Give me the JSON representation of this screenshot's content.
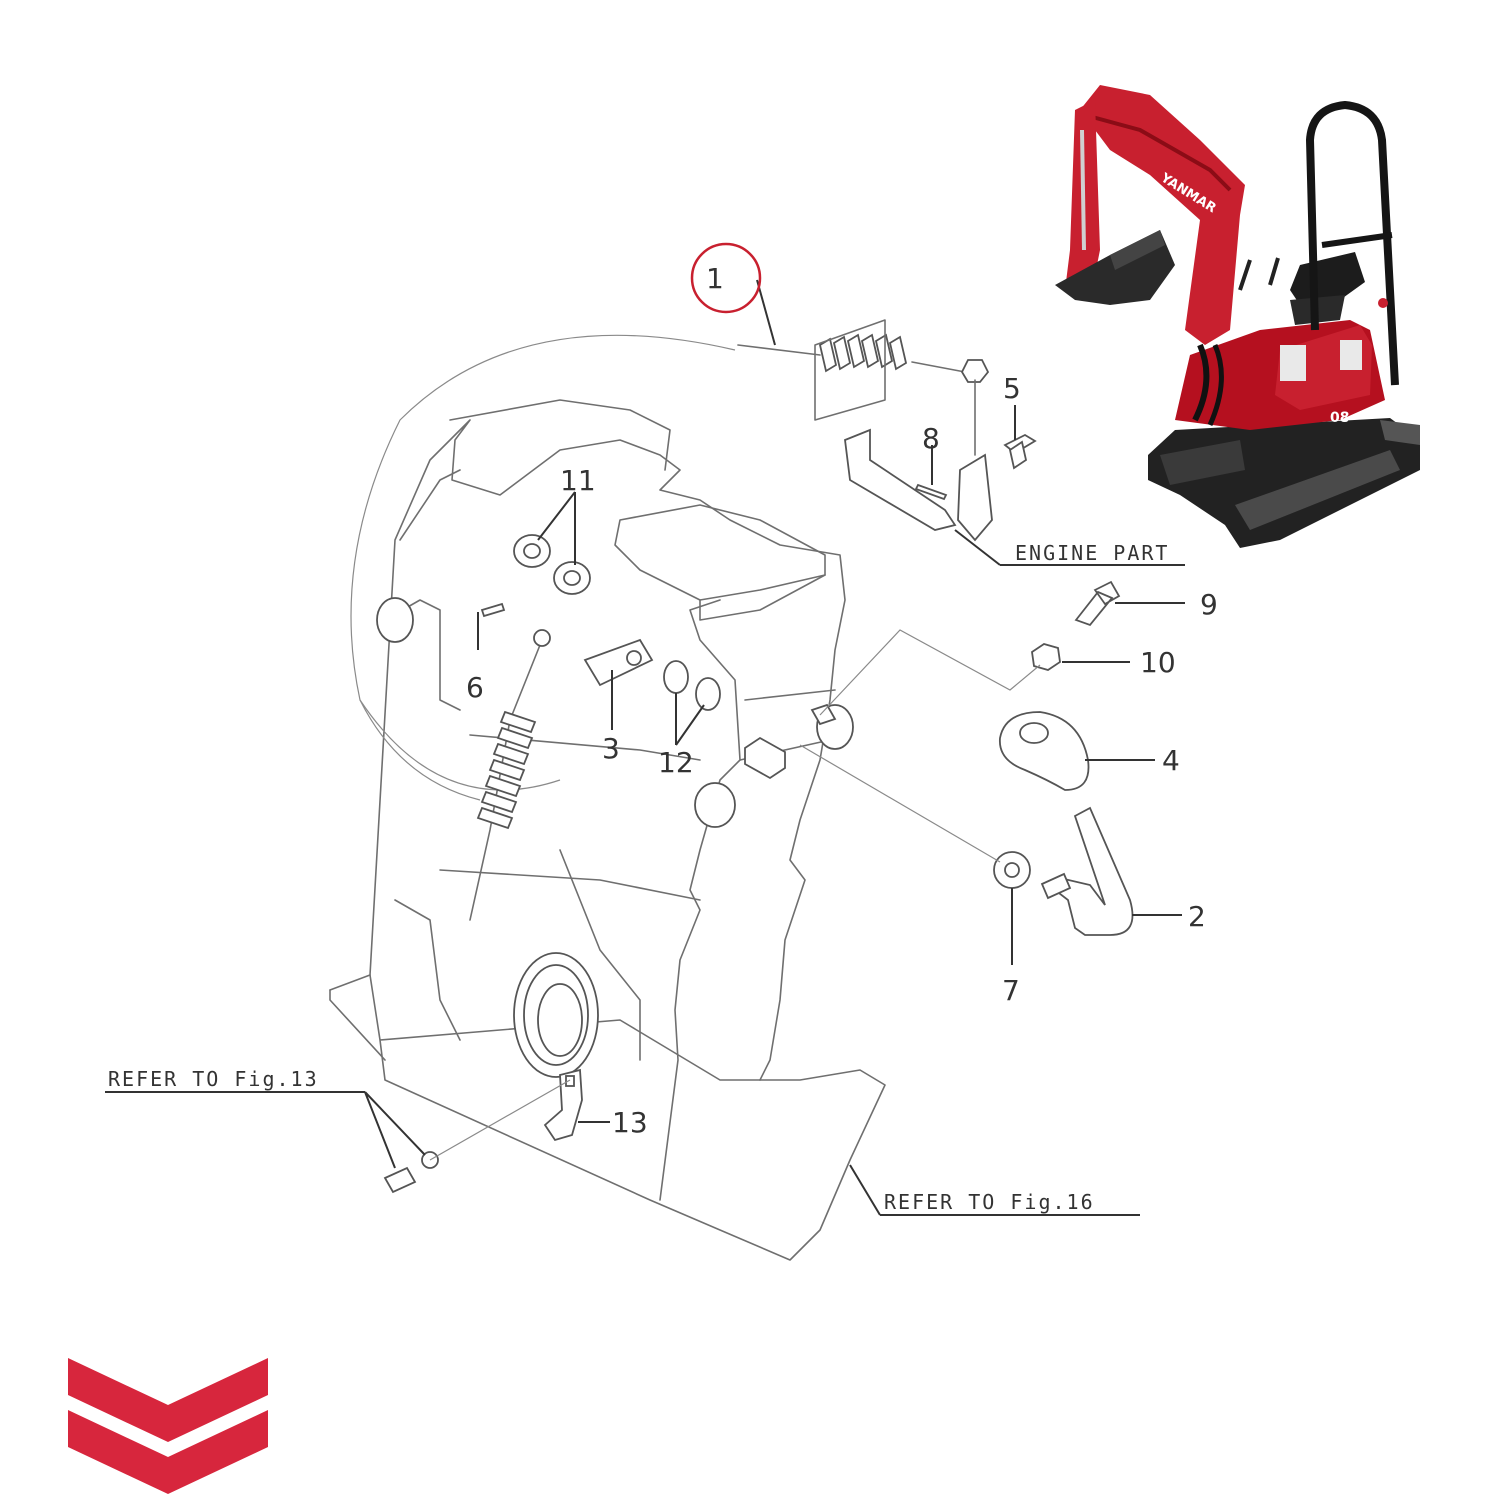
{
  "callouts": {
    "c1": "1",
    "c2": "2",
    "c3": "3",
    "c4": "4",
    "c5": "5",
    "c6": "6",
    "c7": "7",
    "c8": "8",
    "c9": "9",
    "c10": "10",
    "c11": "11",
    "c12": "12",
    "c13": "13"
  },
  "references": {
    "engine_part": "ENGINE PART",
    "fig13": "REFER TO Fig.13",
    "fig16": "REFER TO Fig.16"
  },
  "highlight_color": "#c8202f",
  "brand_color": "#d7263d",
  "photo_text": {
    "brand": "YANMAR",
    "model": "08"
  },
  "icons": [
    "excavator-photo",
    "brand-chevron-logo"
  ]
}
